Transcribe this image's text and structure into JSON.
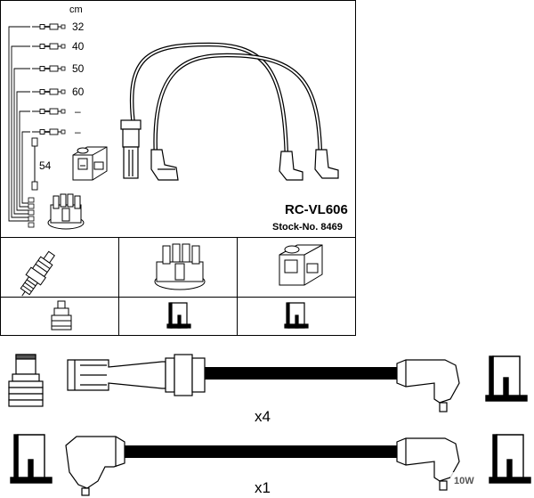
{
  "header": {
    "unit": "cm",
    "lengths": [
      "32",
      "40",
      "50",
      "60",
      "–",
      "–"
    ],
    "coil_lead_length": "54",
    "product_code": "RC-VL606",
    "stock_number": "Stock-No. 8469"
  },
  "bottom": {
    "plug_lead_quantity": "x4",
    "coil_lead_quantity": "x1",
    "watermark": "10W"
  }
}
